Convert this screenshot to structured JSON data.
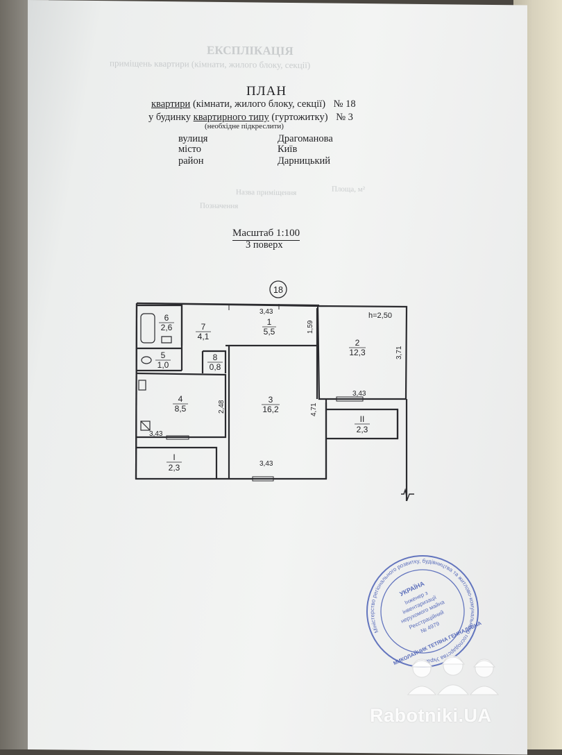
{
  "header": {
    "title": "ПЛАН",
    "line1_prefix": "квартири",
    "line1_rest": " (кімнати, жилого блоку, секції)",
    "line1_no_label": "№",
    "line1_no_value": "18",
    "line2_prefix": "у будинку ",
    "line2_underlined": "квартирного типу",
    "line2_rest": " (гуртожитку)",
    "line2_no_label": "№",
    "line2_no_value": "3",
    "note": "(необхідне підкреслити)"
  },
  "address": [
    {
      "label": "вулиця",
      "value": "Драгоманова"
    },
    {
      "label": "місто",
      "value": "Київ"
    },
    {
      "label": "район",
      "value": "Дарницький"
    }
  ],
  "scale": "Масштаб 1:100",
  "floor": "3 поверх",
  "plan": {
    "apartment_number": "18",
    "height_note": "h=2,50",
    "rooms": [
      {
        "no": "1",
        "area": "5,5"
      },
      {
        "no": "2",
        "area": "12,3"
      },
      {
        "no": "3",
        "area": "16,2"
      },
      {
        "no": "4",
        "area": "8,5"
      },
      {
        "no": "5",
        "area": "1,0"
      },
      {
        "no": "6",
        "area": "2,6"
      },
      {
        "no": "7",
        "area": "4,1"
      },
      {
        "no": "8",
        "area": "0,8"
      },
      {
        "no": "I",
        "area": "2,3"
      },
      {
        "no": "II",
        "area": "2,3"
      }
    ],
    "dimensions": [
      "3,43",
      "1,59",
      "3,71",
      "3,43",
      "4,71",
      "3,43",
      "2,48",
      "3,43"
    ]
  },
  "stamp": {
    "outer_text": "Міністерство регіонального розвитку, будівництва та житлово-комунального господарства України",
    "center_lines": [
      "УКРАЇНА",
      "Інженер з",
      "інвентаризації",
      "нерухомого майна",
      "Реєстраційний",
      "№ 4979"
    ],
    "name": "МИКОЛАЙЧИК ТЕТЯНА ГЕННАДІЇВНА",
    "color": "#4a5fb5"
  },
  "watermark": "Rabotniki.UA",
  "ghost_text": [
    "ЕКСПЛІКАЦІЯ",
    "приміщень квартири (кімнати, жилого блоку, секції)",
    "Позначення",
    "Назва приміщення",
    "Площа, м²"
  ]
}
